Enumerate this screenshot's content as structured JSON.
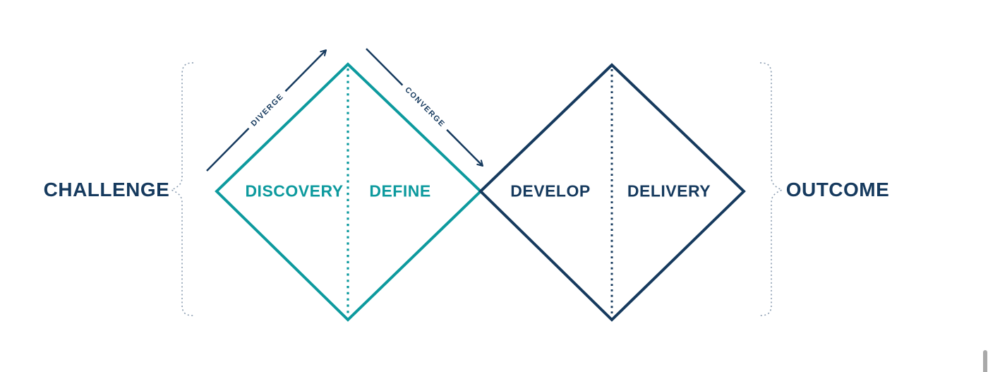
{
  "labels": {
    "challenge": "CHALLENGE",
    "outcome": "OUTCOME"
  },
  "arrows": {
    "diverge_label": "DIVERGE",
    "converge_label": "CONVERGE"
  },
  "diamonds": [
    {
      "id": "discovery-define",
      "left_label": "DISCOVERY",
      "right_label": "DEFINE",
      "color": "#0d9a9e"
    },
    {
      "id": "develop-delivery",
      "left_label": "DEVELOP",
      "right_label": "DELIVERY",
      "color": "#163a5e"
    }
  ],
  "colors": {
    "teal": "#0d9a9e",
    "navy": "#163a5e",
    "brace": "#8a9cb0",
    "scrollbar": "#a9a9a9",
    "background": "#ffffff"
  }
}
